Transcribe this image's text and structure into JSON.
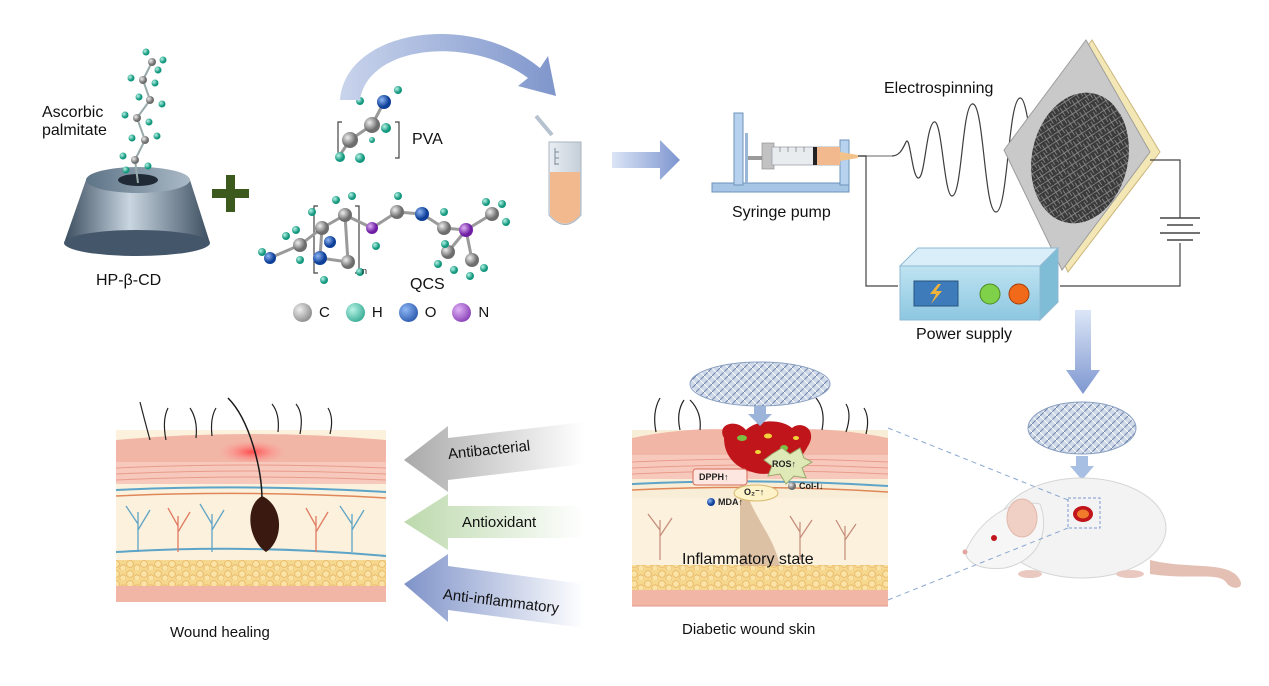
{
  "labels": {
    "ascorbic_palmitate": "Ascorbic\npalmitate",
    "ascorbic_line1": "Ascorbic",
    "ascorbic_line2": "palmitate",
    "hp_beta_cd": "HP-β-CD",
    "pva": "PVA",
    "qcs": "QCS",
    "subscript_n": "n",
    "electrospinning": "Electrospinning",
    "syringe_pump": "Syringe pump",
    "power_supply": "Power supply",
    "wound_healing": "Wound healing",
    "diabetic_wound_skin": "Diabetic wound skin",
    "inflammatory_state": "Inflammatory state",
    "dpph": "DPPH↑",
    "ros": "ROS↑",
    "o2": "O₂⁻↑",
    "mda": "MDA↑",
    "col1": "Col-I↓"
  },
  "effects": [
    {
      "label": "Antibacterial",
      "color": "#bcbcbc"
    },
    {
      "label": "Antioxidant",
      "color": "#cfe3c4"
    },
    {
      "label": "Anti-inflammatory",
      "color": "#9aa9d2"
    }
  ],
  "legend": [
    {
      "symbol": "C",
      "color": "#8a8a8a"
    },
    {
      "symbol": "H",
      "color": "#20b79a"
    },
    {
      "symbol": "O",
      "color": "#1f5fc8"
    },
    {
      "symbol": "N",
      "color": "#9b3fd0"
    }
  ],
  "colors": {
    "plus": "#3c5a1e",
    "arrow_blue": "#8ea6d8",
    "solution": "#f3b98e",
    "power_box": "#a9d6ea",
    "power_green": "#7fd14a",
    "power_orange": "#f06a1a",
    "skin_pink": "#f2b6a6",
    "fat_yellow": "#f6d58b",
    "wound_red": "#c0151a"
  }
}
